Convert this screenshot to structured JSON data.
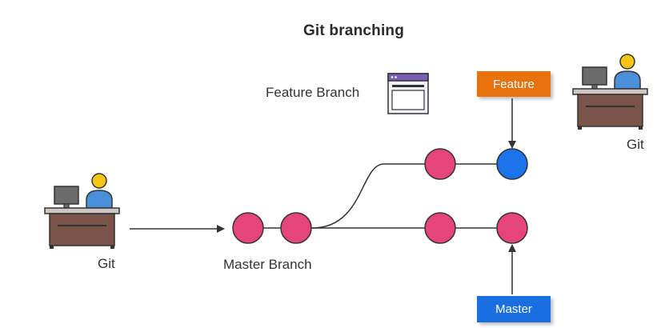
{
  "title": "Git branching",
  "labels": {
    "feature_branch": "Feature Branch",
    "master_branch": "Master Branch",
    "git_left": "Git",
    "git_right": "Git"
  },
  "tags": {
    "feature": "Feature",
    "master": "Master"
  },
  "colors": {
    "commit": "#e5457a",
    "head_commit": "#1a73e8",
    "feature_tag": "#e8730e",
    "master_tag": "#1a6fe0",
    "desk": "#7a5448",
    "person_head": "#f5c518",
    "person_body": "#4a90d9",
    "monitor": "#6b6b6b"
  }
}
